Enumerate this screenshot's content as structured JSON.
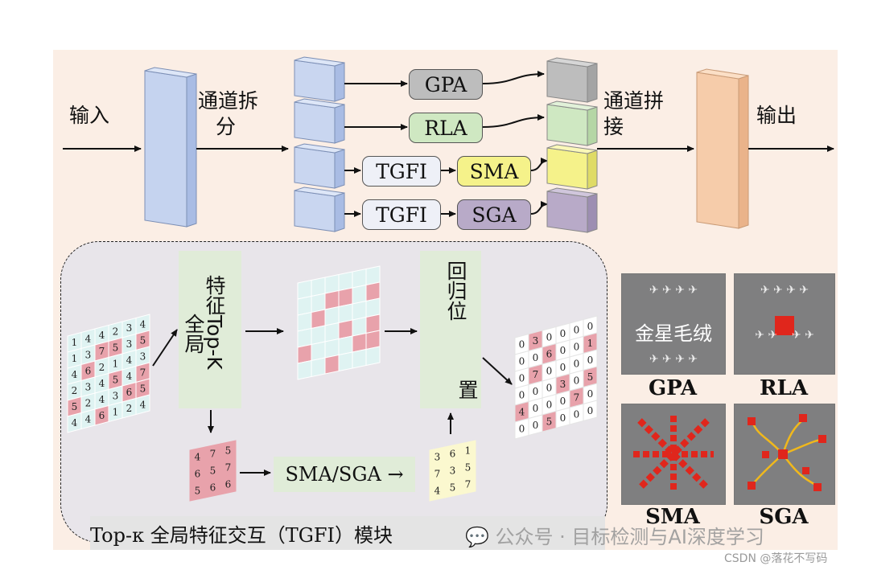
{
  "labels": {
    "input": "输入",
    "split_line1": "通道拆",
    "split_line2": "分",
    "concat_line1": "通道拼",
    "concat_line2": "接",
    "output": "输出"
  },
  "branches": {
    "gpa": "GPA",
    "rla": "RLA",
    "tgfi_1": "TGFI",
    "sma": "SMA",
    "tgfi_2": "TGFI",
    "sga": "SGA"
  },
  "module": {
    "topk_line1": "特征Top-K",
    "topk_line2": "全局",
    "restore_line1": "回归位",
    "restore_line2": "置",
    "sma_sga_box": "SMA/SGA →",
    "caption": "Top-κ 全局特征交互（TGFI）模块"
  },
  "input_grid": [
    [
      "1",
      "4",
      "4",
      "2",
      "3",
      "4"
    ],
    [
      "1",
      "3",
      "7",
      "5",
      "3",
      "5"
    ],
    [
      "4",
      "6",
      "2",
      "1",
      "4",
      "3"
    ],
    [
      "2",
      "3",
      "4",
      "5",
      "4",
      "7"
    ],
    [
      "5",
      "2",
      "4",
      "3",
      "6",
      "5"
    ],
    [
      "4",
      "4",
      "6",
      "1",
      "2",
      "4"
    ]
  ],
  "topk_values": [
    [
      "4",
      "7",
      "5"
    ],
    [
      "6",
      "5",
      "7"
    ],
    [
      "5",
      "6",
      "6"
    ]
  ],
  "sorted_values": [
    [
      "3",
      "6",
      "1"
    ],
    [
      "7",
      "3",
      "5"
    ],
    [
      "4",
      "5",
      "7"
    ]
  ],
  "output_grid": [
    [
      "0",
      "3",
      "0",
      "0",
      "0",
      "0"
    ],
    [
      "0",
      "0",
      "6",
      "0",
      "0",
      "1"
    ],
    [
      "0",
      "7",
      "0",
      "0",
      "0",
      "0"
    ],
    [
      "0",
      "0",
      "0",
      "3",
      "0",
      "5"
    ],
    [
      "4",
      "0",
      "0",
      "0",
      "7",
      "0"
    ],
    [
      "0",
      "0",
      "5",
      "0",
      "0",
      "0"
    ]
  ],
  "attention_examples": {
    "gpa_overlay_text": "金星毛绒",
    "gpa": "GPA",
    "rla": "RLA",
    "sma": "SMA",
    "sga": "SGA"
  },
  "watermark": {
    "wechat": "公众号 · 目标检测与AI深度学习",
    "csdn": "CSDN @落花不写码"
  },
  "colors": {
    "panel_bg": "#fbeee5",
    "cube_blue": "#c9d6f0",
    "cube_orange": "#f6ccaa",
    "gpa_gray": "#bdbdbd",
    "rla_green": "#cfe8c2",
    "sma_yellow": "#f5f28a",
    "sga_purple": "#b8aac8",
    "highlight_pink": "#e8a2ab",
    "red_mark": "#e0261c"
  }
}
